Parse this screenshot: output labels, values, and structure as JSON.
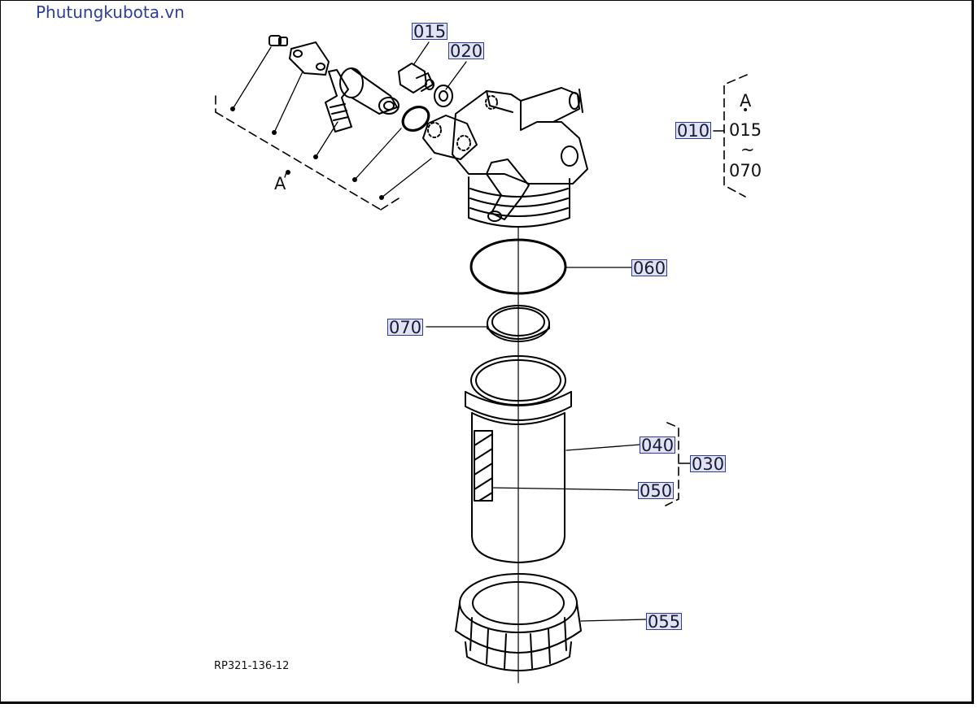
{
  "site": {
    "watermark": "Phutungkubota.vn"
  },
  "callouts": {
    "c015": "015",
    "c020": "020",
    "c010": "010",
    "c060": "060",
    "c070": "070",
    "c040": "040",
    "c050": "050",
    "c030": "030",
    "c055": "055"
  },
  "group_note": {
    "letter": "A",
    "dot": "•",
    "from": "015",
    "tilde": "~",
    "to": "070"
  },
  "subassembly_label": "A",
  "drawing_ref": "RP321-136-12"
}
